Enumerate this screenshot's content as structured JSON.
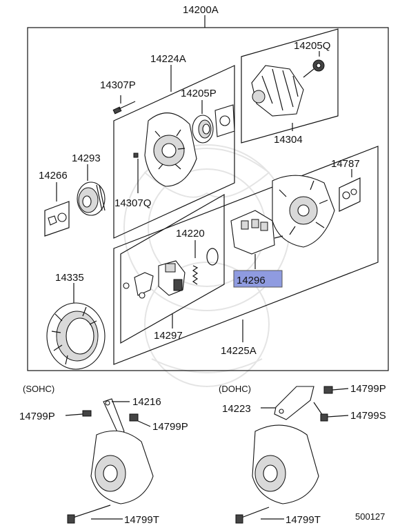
{
  "diagram": {
    "assembly": "14200A",
    "groups": {
      "rear_bracket_group": "14224A",
      "rotor_group": "14304",
      "front_bracket_group": "14225A",
      "regulator_group": "14297"
    },
    "parts": {
      "bolt_top": "14307P",
      "bolt_lower": "14307Q",
      "bearing_rear": "14205P",
      "bearing_rotor": "14205Q",
      "pulley": "14293",
      "nut": "14266",
      "brush_spring": "14220",
      "rectifier": "14296",
      "cover": "14787",
      "stator": "14335"
    },
    "highlighted_part": "14296",
    "sohc": {
      "title": "(SOHC)",
      "bracket": "14216",
      "bolt_left": "14799P",
      "bolt_right": "14799P",
      "bolt_bottom": "14799T"
    },
    "dohc": {
      "title": "(DOHC)",
      "bracket": "14223",
      "bolt_top": "14799P",
      "bolt_side": "14799S",
      "bolt_bottom": "14799T"
    },
    "diagram_code": "500127"
  }
}
